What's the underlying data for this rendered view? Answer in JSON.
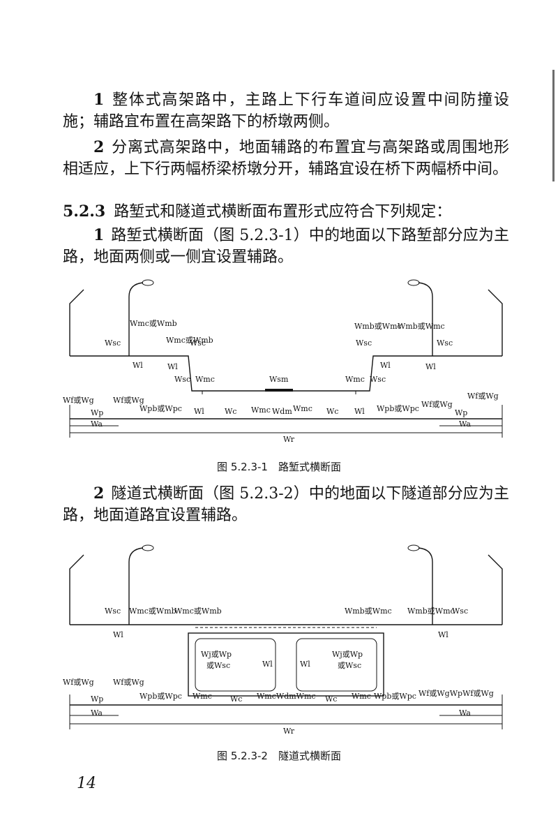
{
  "paragraphs": {
    "p1": {
      "num": "1",
      "text": "整体式高架路中，主路上下行车道间应设置中间防撞设施；辅路宜布置在高架路下的桥墩两侧。"
    },
    "p2": {
      "num": "2",
      "text": "分离式高架路中，地面辅路的布置宜与高架路或周围地形相适应，上下行两幅桥梁桥墩分开，辅路宜设在桥下两幅桥中间。"
    },
    "clause": {
      "num": "5.2.3",
      "text": "路堑式和隧道式横断面布置形式应符合下列规定："
    },
    "p3": {
      "num": "1",
      "text": "路堑式横断面（图 5.2.3-1）中的地面以下路堑部分应为主路，地面两侧或一侧宜设置辅路。"
    },
    "p4": {
      "num": "2",
      "text": "隧道式横断面（图 5.2.3-2）中的地面以下隧道部分应为主路，地面道路宜设置辅路。"
    }
  },
  "figures": {
    "fig1": {
      "caption": "图 5.2.3-1　路堑式横断面",
      "labels": {
        "wmc_or_wmb_l": "Wmc或Wmb",
        "wmc_or_wmb_l2": "Wmc或Wmb",
        "wsc_l": "Wsc",
        "wsc_l2": "Wsc",
        "wl_l": "Wl",
        "wl_l2": "Wl",
        "wsc_l3": "Wsc",
        "wmc_l": "Wmc",
        "wsm": "Wsm",
        "wmb_or_wmc_r": "Wmb或Wmc",
        "wmb_or_wmc_r2": "Wmb或Wmc",
        "wsc_r": "Wsc",
        "wsc_r2": "Wsc",
        "wl_r": "Wl",
        "wl_r2": "Wl",
        "wmc_r": "Wmc",
        "wsc_r3": "Wsc",
        "wf_or_wg_l": "Wf或Wg",
        "wf_or_wg_l2": "Wf或Wg",
        "wp_l": "Wp",
        "wpb_or_wpc_l": "Wpb或Wpc",
        "wl_b1": "Wl",
        "wc_b1": "Wc",
        "wmc_b1": "Wmc",
        "wdm": "Wdm",
        "wmc_b2": "Wmc",
        "wc_b2": "Wc",
        "wl_b2": "Wl",
        "wpb_or_wpc_r": "Wpb或Wpc",
        "wf_or_wg_r": "Wf或Wg",
        "wp_r": "Wp",
        "wf_or_wg_r2": "Wf或Wg",
        "wa_l": "Wa",
        "wa_r": "Wa",
        "wr": "Wr"
      }
    },
    "fig2": {
      "caption": "图 5.2.3-2　隧道式横断面",
      "labels": {
        "wsc_l": "Wsc",
        "wmc_or_wmb_l": "Wmc或Wmb",
        "wmc_or_wmb_l2": "Wmc或Wmb",
        "wl_l": "Wl",
        "wmb_or_wmc_r": "Wmb或Wmc",
        "wmb_or_wmc_r2": "Wmb或Wmc",
        "wsc_r": "Wsc",
        "wl_r": "Wl",
        "wj_or_wp_l": "Wj或Wp",
        "or_wsc_l": "或Wsc",
        "wl_in_l": "Wl",
        "wl_in_r": "Wl",
        "wj_or_wp_r": "Wj或Wp",
        "or_wsc_r": "或Wsc",
        "wf_or_wg_l": "Wf或Wg",
        "wf_or_wg_l2": "Wf或Wg",
        "wp_l": "Wp",
        "wpb_or_wpc_l": "Wpb或Wpc",
        "wmc_b1": "Wmc",
        "wc_b1": "Wc",
        "wmc_b2": "WmcWdmWmc",
        "wc_b2": "Wc",
        "wmc_b3": "Wmc",
        "wpb_or_wpc_r": "Wpb或Wpc",
        "wf_or_wg_r": "Wf或WgWpWf或Wg",
        "wa_l": "Wa",
        "wa_r": "Wa",
        "wr": "Wr"
      }
    }
  },
  "page_number": "14"
}
